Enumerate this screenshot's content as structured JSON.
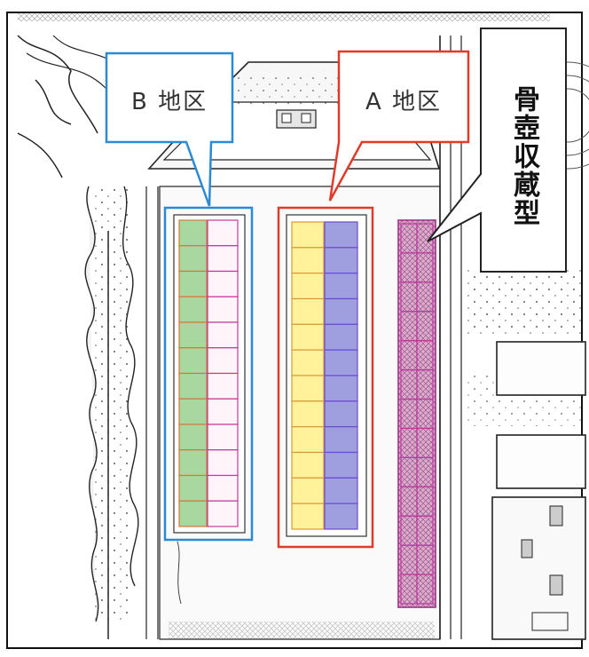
{
  "labels": {
    "b_district": "B 地区",
    "a_district": "A 地区",
    "urn_storage": "骨壺収蔵型"
  },
  "colors": {
    "b_frame": "#2a8ad4",
    "a_frame": "#e03a2a",
    "b_left_cells": "#a9d7a0",
    "b_right_cells": "#fff4fa",
    "b_right_lines": "#c0399a",
    "a_left_cells": "#fff29a",
    "a_right_cells": "#9f9fe0",
    "urn_cells": "#e9a4d6",
    "urn_lines": "#b83b9c"
  },
  "icons": {
    "trees": "tree-icon",
    "building": "building-icon"
  },
  "plots": {
    "b_rows": 12,
    "a_rows": 12,
    "urn_rows": 13
  }
}
